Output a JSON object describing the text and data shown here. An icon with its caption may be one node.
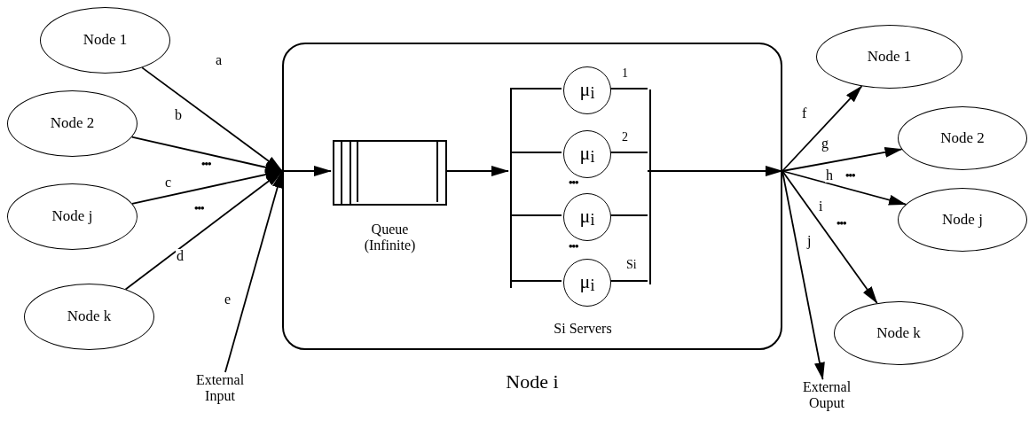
{
  "diagram": {
    "nodes": [
      {
        "text": [
          "Node 1"
        ]
      },
      {
        "text": [
          "Node 2"
        ]
      },
      {
        "text": [
          "Node j"
        ]
      },
      {
        "text": [
          "Node k"
        ]
      },
      {
        "text": [
          "External Input"
        ]
      },
      {
        "text": [
          "Node i"
        ]
      },
      {
        "text": [
          "Queue (Infinite)"
        ],
        "in": 5
      },
      {
        "text": [
          "Si Servers"
        ],
        "in": 5
      },
      {
        "text": [],
        "shape": "bar",
        "in": 7
      },
      {
        "text": [
          "μ$_{i}$"
        ],
        "in": 7,
        "beside": [
          "1"
        ]
      },
      {
        "text": [
          "μ$_{i}$"
        ],
        "in": 7,
        "beside": [
          "2"
        ]
      },
      {
        "text": [
          "μ$_{i}$"
        ],
        "in": 7
      },
      {
        "text": [
          "μ$_{i}$"
        ],
        "in": 7,
        "beside": [
          "Si"
        ]
      },
      {
        "text": [],
        "shape": "bar",
        "in": 7
      },
      {
        "text": [
          "Node 1"
        ]
      },
      {
        "text": [
          "Node 2"
        ]
      },
      {
        "text": [
          "Node j"
        ]
      },
      {
        "text": [
          "Node k"
        ]
      },
      {
        "text": [
          "External Ouput"
        ]
      }
    ],
    "edges": [
      {
        "from": 0,
        "to": 5,
        "arrow": "to",
        "label": "a"
      },
      {
        "from": 1,
        "to": 5,
        "arrow": "to",
        "label": "b"
      },
      {
        "from": 2,
        "to": 5,
        "arrow": "to",
        "label": "c"
      },
      {
        "from": 3,
        "to": 5,
        "arrow": "to",
        "label": "d"
      },
      {
        "from": 4,
        "to": 5,
        "arrow": "to",
        "label": "e"
      },
      {
        "from": 5,
        "to": 6,
        "arrow": "to"
      },
      {
        "from": 6,
        "to": 8,
        "arrow": "to"
      },
      {
        "from": 8,
        "to": 9,
        "arrow": "none"
      },
      {
        "from": 8,
        "to": 10,
        "arrow": "none"
      },
      {
        "from": 8,
        "to": 11,
        "arrow": "none"
      },
      {
        "from": 8,
        "to": 12,
        "arrow": "none"
      },
      {
        "from": 9,
        "to": 13,
        "arrow": "none"
      },
      {
        "from": 10,
        "to": 13,
        "arrow": "none"
      },
      {
        "from": 11,
        "to": 13,
        "arrow": "none"
      },
      {
        "from": 12,
        "to": 13,
        "arrow": "none"
      },
      {
        "from": 13,
        "to": 5,
        "arrow": "to"
      },
      {
        "from": 5,
        "to": 14,
        "arrow": "to",
        "label": "f"
      },
      {
        "from": 5,
        "to": 15,
        "arrow": "to",
        "label": "g"
      },
      {
        "from": 5,
        "to": 16,
        "arrow": "to",
        "label": "h"
      },
      {
        "from": 5,
        "to": 17,
        "arrow": "to",
        "label": "i"
      },
      {
        "from": 5,
        "to": 18,
        "arrow": "to",
        "label": "j"
      }
    ],
    "labels": [
      "•••",
      "•••",
      "•••",
      "•••",
      "•••",
      "•••"
    ]
  }
}
